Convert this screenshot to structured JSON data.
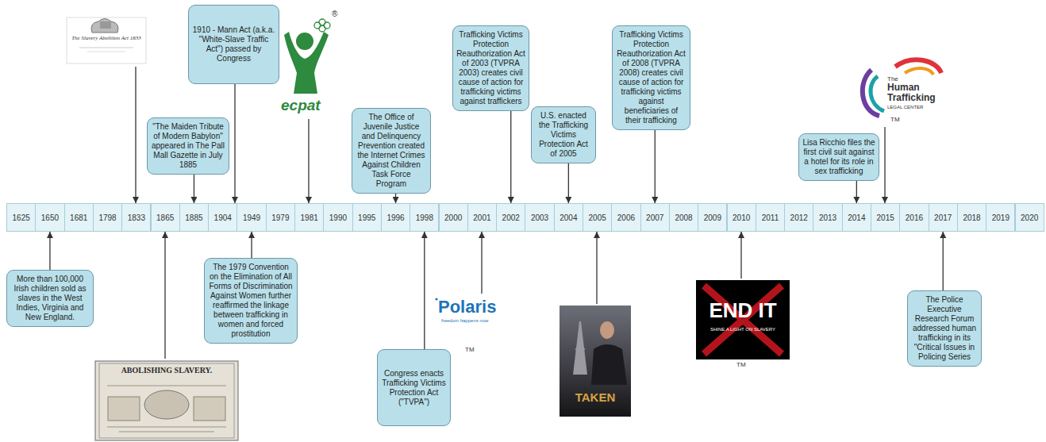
{
  "diagram": {
    "nodes": [
      {
        "text": [
          "\"The Maiden Tribute of Modern Babylon\" appeared in The Pall Mall Gazette in July 1885"
        ]
      },
      {
        "text": [
          "1910 - Mann Act (a.k.a. \"White-Slave Traffic Act\") passed by Congress"
        ]
      },
      {
        "text": [
          "The Office of Juvenile Justice and Delinquency Prevention created the Internet Crimes Against Children Task Force Program"
        ]
      },
      {
        "text": [
          "Trafficking Victims Protection Reauthorization Act of 2003 (TVPRA 2003) creates civil cause of action for trafficking victims against traffickers"
        ]
      },
      {
        "text": [
          "U.S. enacted the Trafficking Victims Protection Act of 2005"
        ]
      },
      {
        "text": [
          "Trafficking Victims Protection Reauthorization Act of 2008 (TVPRA 2008) creates civil cause of action for trafficking victims against beneficiaries of their trafficking"
        ]
      },
      {
        "text": [
          "Lisa Ricchio files the first civil suit against a hotel for its role in sex trafficking"
        ]
      },
      {
        "text": [
          "1625"
        ]
      },
      {
        "text": [
          "1650"
        ]
      },
      {
        "text": [
          "1681"
        ]
      },
      {
        "text": [
          "1798"
        ]
      },
      {
        "text": [
          "1833"
        ]
      },
      {
        "text": [
          "1865"
        ]
      },
      {
        "text": [
          "1885"
        ]
      },
      {
        "text": [
          "1904"
        ]
      },
      {
        "text": [
          "1949"
        ]
      },
      {
        "text": [
          "1979"
        ]
      },
      {
        "text": [
          "1981"
        ]
      },
      {
        "text": [
          "1990"
        ]
      },
      {
        "text": [
          "1995"
        ]
      },
      {
        "text": [
          "1996"
        ]
      },
      {
        "text": [
          "1998"
        ]
      },
      {
        "text": [
          "2000"
        ]
      },
      {
        "text": [
          "2001"
        ]
      },
      {
        "text": [
          "2002"
        ]
      },
      {
        "text": [
          "2003"
        ]
      },
      {
        "text": [
          "2004"
        ]
      },
      {
        "text": [
          "2005"
        ]
      },
      {
        "text": [
          "2006"
        ]
      },
      {
        "text": [
          "2007"
        ]
      },
      {
        "text": [
          "2008"
        ]
      },
      {
        "text": [
          "2009"
        ]
      },
      {
        "text": [
          "2010"
        ]
      },
      {
        "text": [
          "2011"
        ]
      },
      {
        "text": [
          "2012"
        ]
      },
      {
        "text": [
          "2013"
        ]
      },
      {
        "text": [
          "2014"
        ]
      },
      {
        "text": [
          "2015"
        ]
      },
      {
        "text": [
          "2016"
        ]
      },
      {
        "text": [
          "2017"
        ]
      },
      {
        "text": [
          "2018"
        ]
      },
      {
        "text": [
          "2019"
        ]
      },
      {
        "text": [
          "2020"
        ]
      },
      {
        "text": [
          "More than 100,000 Irish children sold as slaves in the West Indies, Virginia and New England."
        ]
      },
      {
        "text": [
          "The 1979 Convention on the Elimination of All Forms of Discrimination Against Women further reaffirmed the linkage between trafficking in women and forced prostitution"
        ]
      },
      {
        "text": [
          "Congress enacts Trafficking Victims Protection Act (\"TVPA\")"
        ]
      },
      {
        "text": [
          "The Police Executive Research Forum addressed human trafficking in its \"Critical Issues in Policing Series"
        ]
      }
    ],
    "edges": [
      {
        "from": 0,
        "to": 13,
        "arrow": "to"
      },
      {
        "from": 1,
        "to": 14,
        "arrow": "to"
      },
      {
        "from": 2,
        "to": 20,
        "arrow": "to"
      },
      {
        "from": 3,
        "to": 24,
        "arrow": "to"
      },
      {
        "from": 4,
        "to": 26,
        "arrow": "to"
      },
      {
        "from": 5,
        "to": 29,
        "arrow": "to"
      },
      {
        "from": 6,
        "to": 36,
        "arrow": "to"
      },
      {
        "from": 43,
        "to": 8,
        "arrow": "to"
      },
      {
        "from": 44,
        "to": 15,
        "arrow": "to"
      },
      {
        "from": 45,
        "to": 21,
        "arrow": "to"
      },
      {
        "from": 46,
        "to": 39,
        "arrow": "to"
      }
    ],
    "labels": [
      "The Slavery Abolition Act 1833",
      "ecpat",
      "®",
      "The",
      "Human Trafficking",
      "LEGAL CENTER",
      "TM",
      "ABOLISHING SLAVERY.",
      "Polaris",
      "freedom happens now",
      "TM",
      "TAKEN",
      "END IT",
      "SHINE A LIGHT ON SLAVERY",
      "TM"
    ]
  }
}
